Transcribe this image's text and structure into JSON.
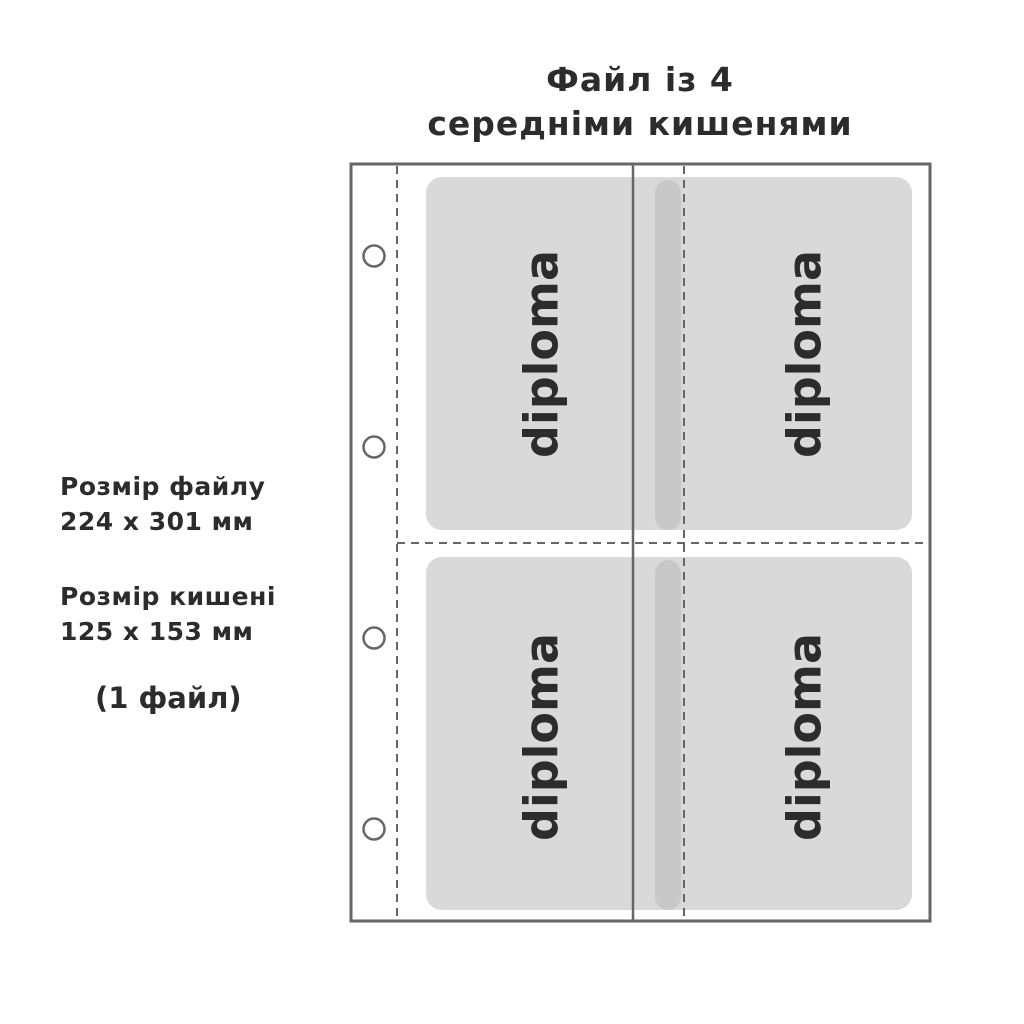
{
  "title": {
    "line1": "Файл із 4",
    "line2": "середніми кишенями"
  },
  "file_size": {
    "label": "Розмір файлу",
    "value": "224 x 301 мм"
  },
  "pocket_size": {
    "label": "Розмір кишені",
    "value": "125 x 153 мм"
  },
  "quantity": "(1 файл)",
  "pockets": [
    {
      "label": "diploma"
    },
    {
      "label": "diploma"
    },
    {
      "label": "diploma"
    },
    {
      "label": "diploma"
    }
  ],
  "colors": {
    "frame": "#666666",
    "pocket_fill": "#d9d9d9",
    "pocket_overlap": "#c8c8c8",
    "text": "#2c2c2c"
  }
}
